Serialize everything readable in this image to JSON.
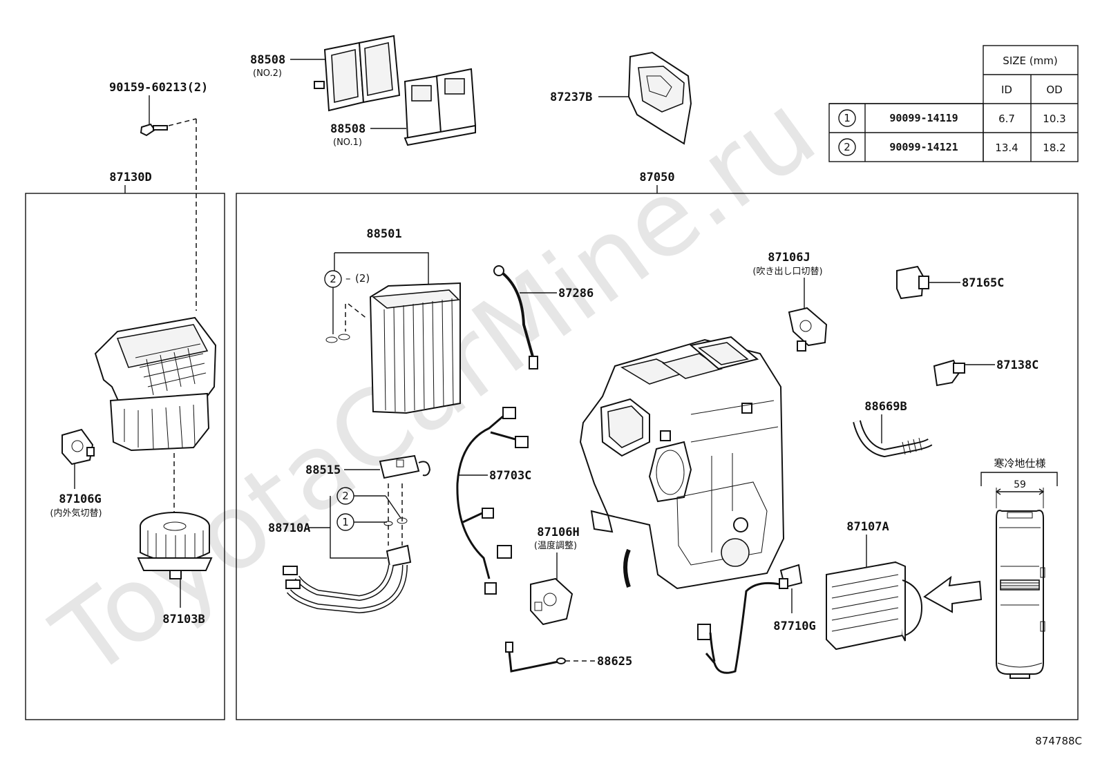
{
  "watermark": "ToyotaCarMine.ru",
  "diagram_id": "874788C",
  "size_table": {
    "header": "SIZE (mm)",
    "col_id": "ID",
    "col_od": "OD",
    "rows": [
      {
        "marker": "1",
        "part": "90099-14119",
        "id": "6.7",
        "od": "10.3"
      },
      {
        "marker": "2",
        "part": "90099-14121",
        "id": "13.4",
        "od": "18.2"
      }
    ]
  },
  "groups": {
    "left": "87130D",
    "right": "87050"
  },
  "labels": {
    "p90159": "90159-60213(2)",
    "p88508a": "88508",
    "p88508a_sub": "(NO.2)",
    "p88508b": "88508",
    "p88508b_sub": "(NO.1)",
    "p87237b": "87237B",
    "p88501": "88501",
    "p88501_qty": "(2)",
    "p87286": "87286",
    "p87106j": "87106J",
    "p87106j_sub": "(吹き出し口切替)",
    "p87165c": "87165C",
    "p87138c": "87138C",
    "p88669b": "88669B",
    "p88515": "88515",
    "p87703c": "87703C",
    "p88710a": "88710A",
    "p87106h": "87106H",
    "p87106h_sub": "(温度調整)",
    "p87106g": "87106G",
    "p87106g_sub": "(内外気切替)",
    "p87103b": "87103B",
    "p88625": "88625",
    "p87710g": "87710G",
    "p87107a": "87107A",
    "cold_spec": "寒冷地仕様",
    "dim59": "59",
    "marker1": "1",
    "marker2": "2"
  }
}
